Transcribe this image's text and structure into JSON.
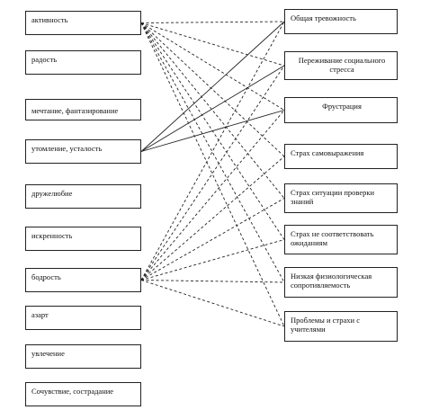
{
  "left_items": [
    {
      "label": "активность"
    },
    {
      "label": "радость"
    },
    {
      "label": "мечтание, фантазирование"
    },
    {
      "label": "утомление, усталость"
    },
    {
      "label": "дружелюбие"
    },
    {
      "label": "искренность"
    },
    {
      "label": "бодрость"
    },
    {
      "label": "азарт"
    },
    {
      "label": "увлечение"
    },
    {
      "label": "Сочувствие, сострадание"
    }
  ],
  "right_items": [
    {
      "label": "Общая тревожность"
    },
    {
      "label": "Переживание социального стресса"
    },
    {
      "label": "Фрустрация"
    },
    {
      "label": "Страх самовыражения"
    },
    {
      "label": "Страх ситуации проверки знаний"
    },
    {
      "label": "Страх не соответствовать ожиданиям"
    },
    {
      "label": "Низкая физиологическая сопротивляемость"
    },
    {
      "label": "Проблемы и страхи с учителями"
    }
  ],
  "links": [
    {
      "from": 0,
      "to": 0,
      "style": "dashed"
    },
    {
      "from": 0,
      "to": 1,
      "style": "dashed"
    },
    {
      "from": 0,
      "to": 2,
      "style": "dashed"
    },
    {
      "from": 0,
      "to": 3,
      "style": "dashed"
    },
    {
      "from": 0,
      "to": 4,
      "style": "dashed"
    },
    {
      "from": 0,
      "to": 5,
      "style": "dashed"
    },
    {
      "from": 0,
      "to": 6,
      "style": "dashed"
    },
    {
      "from": 0,
      "to": 7,
      "style": "dashed"
    },
    {
      "from": 3,
      "to": 0,
      "style": "solid"
    },
    {
      "from": 3,
      "to": 1,
      "style": "solid"
    },
    {
      "from": 3,
      "to": 2,
      "style": "solid"
    },
    {
      "from": 6,
      "to": 0,
      "style": "dashed"
    },
    {
      "from": 6,
      "to": 1,
      "style": "dashed"
    },
    {
      "from": 6,
      "to": 2,
      "style": "dashed"
    },
    {
      "from": 6,
      "to": 3,
      "style": "dashed"
    },
    {
      "from": 6,
      "to": 4,
      "style": "dashed"
    },
    {
      "from": 6,
      "to": 5,
      "style": "dashed"
    },
    {
      "from": 6,
      "to": 6,
      "style": "dashed"
    },
    {
      "from": 6,
      "to": 7,
      "style": "dashed"
    }
  ],
  "line_color": "#222222"
}
